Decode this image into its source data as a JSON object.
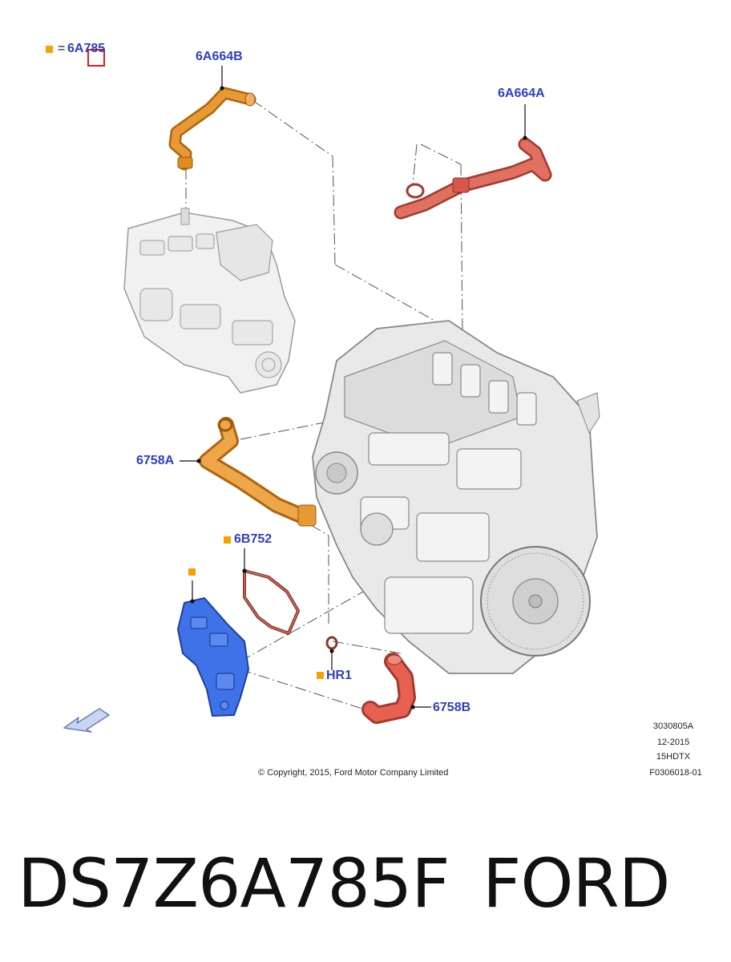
{
  "legend": {
    "symbol_text": "=",
    "part": "6A785"
  },
  "callouts": {
    "hose_upper": "6A664B",
    "hose_right": "6A664A",
    "tube_left": "6758A",
    "gasket": "6B752",
    "seal": "HR1",
    "tube_lower": "6758B"
  },
  "meta": {
    "code": "3030805A",
    "date": "12-2015",
    "engine": "15HDTX",
    "figure": "F0306018-01"
  },
  "copyright": "© Copyright, 2015, Ford Motor Company Limited",
  "caption": {
    "part_number": "DS7Z6A785F",
    "brand": "FORD"
  },
  "colors": {
    "callout_text": "#2f3fbf",
    "marker": "#f5a300",
    "hose_orange": "#e08a20",
    "hose_red": "#d9564a",
    "separator_blue": "#3a6fe0"
  },
  "icons": [
    "orientation-arrow-icon",
    "service-marker-icon"
  ]
}
